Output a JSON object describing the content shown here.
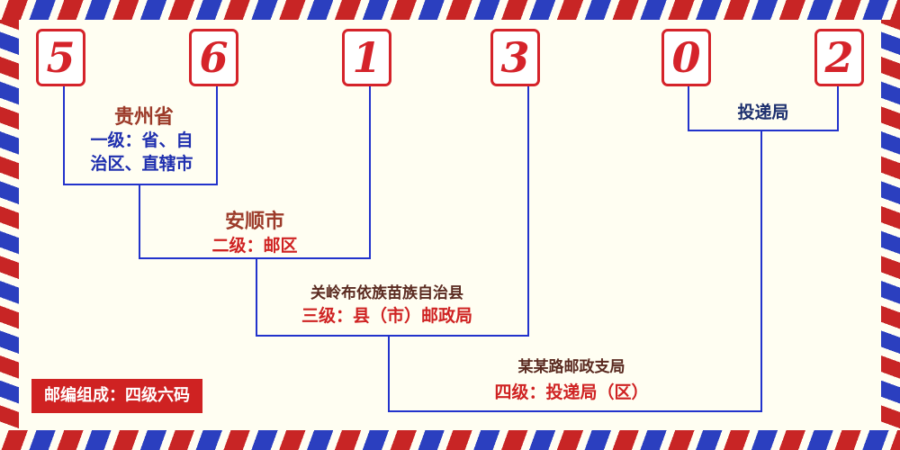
{
  "postal_code": {
    "digits": [
      "5",
      "6",
      "1",
      "3",
      "0",
      "2"
    ]
  },
  "levels": {
    "level1": {
      "name": "贵州省",
      "desc_line1": "一级：省、自",
      "desc_line2": "治区、直辖市"
    },
    "level2": {
      "name": "安顺市",
      "desc": "二级：邮区"
    },
    "level3": {
      "name": "关岭布依族苗族自治县",
      "desc": "三级：县（市）邮政局"
    },
    "level4": {
      "name": "某某路邮政支局",
      "desc": "四级：投递局（区）"
    },
    "delivery": {
      "name": "投递局"
    }
  },
  "footer": {
    "composition": "邮编组成：四级六码"
  },
  "colors": {
    "digit_red": "#d5232a",
    "line_blue": "#2233cc",
    "stripe_red": "#c82525",
    "stripe_blue": "#2b3fbf",
    "label_brown": "#9c3b2a",
    "label_maroon": "#5a2a20",
    "label_navy": "#1c2f6e",
    "desc_blue": "#1f2fae",
    "desc_red": "#cf2222",
    "badge_bg": "#cf2222",
    "background": "#fffef2"
  }
}
